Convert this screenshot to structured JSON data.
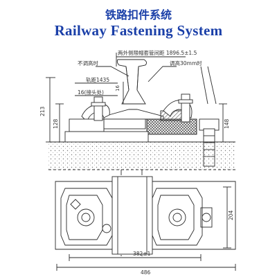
{
  "title": {
    "cn": "铁路扣件系统",
    "en": "Railway Fastening System"
  },
  "section_view": {
    "top_dimension": "两外侧限帽套管间距 1896.5±1.5",
    "label_no_raise": "不调高时",
    "label_raise": "调高30mm时",
    "gauge": "轨距1435",
    "gauge_16": "16(接头处)",
    "dim_16": "16",
    "dim_213": "213",
    "dim_128": "128",
    "dim_148": "148"
  },
  "plan_view": {
    "dim_382": "382±1",
    "dim_486": "486",
    "dim_204": "204"
  },
  "colors": {
    "title": "#1a3fa8",
    "line": "#2a2a2a",
    "hatch": "#555555"
  }
}
